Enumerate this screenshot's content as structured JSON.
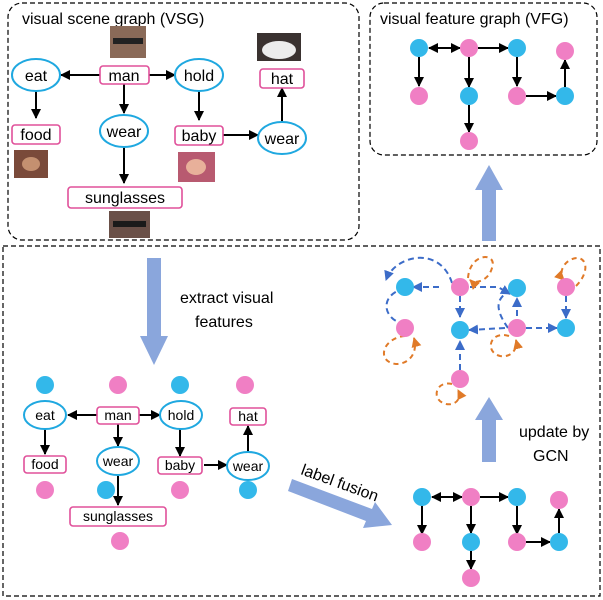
{
  "vsg_title": "visual scene graph (VSG)",
  "vfg_title": "visual feature graph (VFG)",
  "nodes": {
    "eat": "eat",
    "man": "man",
    "hold": "hold",
    "hat": "hat",
    "food": "food",
    "wear": "wear",
    "baby": "baby",
    "sunglasses": "sunglasses"
  },
  "steps": {
    "extract_line1": "extract visual",
    "extract_line2": "features",
    "label_fusion": "label fusion",
    "update_line1": "update by",
    "update_line2": "GCN"
  },
  "colors": {
    "predicate_dot": "#33b8ea",
    "object_dot": "#f07fc4",
    "predicate_border": "#1fa8e0",
    "object_border": "#e0509a",
    "arrow": "#8aa6dc"
  }
}
